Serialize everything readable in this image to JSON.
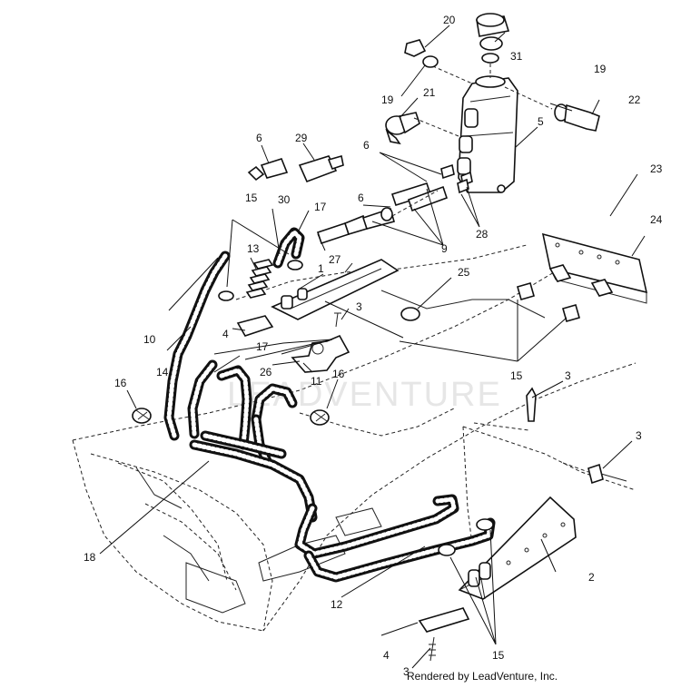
{
  "watermark": "LEADVENTURE",
  "footer": "Rendered by LeadVenture, Inc.",
  "callouts": {
    "c1": "1",
    "c2": "2",
    "c3a": "3",
    "c3b": "3",
    "c3c": "3",
    "c3d": "3",
    "c4a": "4",
    "c4b": "4",
    "c5": "5",
    "c6a": "6",
    "c6b": "6",
    "c6c": "6",
    "c9": "9",
    "c10": "10",
    "c11": "11",
    "c12": "12",
    "c13": "13",
    "c14": "14",
    "c15a": "15",
    "c15b": "15",
    "c15c": "15",
    "c16a": "16",
    "c16b": "16",
    "c17a": "17",
    "c17b": "17",
    "c18": "18",
    "c19a": "19",
    "c19b": "19",
    "c20": "20",
    "c21": "21",
    "c22": "22",
    "c23": "23",
    "c24": "24",
    "c25": "25",
    "c26": "26",
    "c27": "27",
    "c28": "28",
    "c29": "29",
    "c30": "30",
    "c31": "31"
  }
}
